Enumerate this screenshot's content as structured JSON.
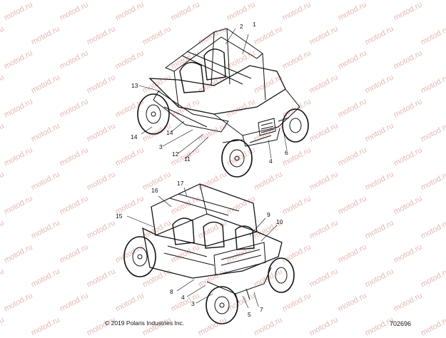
{
  "watermark": {
    "text": "motod.ru",
    "color": "#e3b9b4"
  },
  "copyright": "© 2019 Polaris Industries Inc.",
  "reference_number": "702696",
  "top_vehicle": {
    "callouts": [
      "1",
      "2",
      "13",
      "14",
      "14",
      "3",
      "12",
      "11",
      "4",
      "6"
    ]
  },
  "bottom_vehicle": {
    "callouts": [
      "16",
      "17",
      "15",
      "9",
      "10",
      "8",
      "4",
      "3",
      "5",
      "7"
    ]
  }
}
